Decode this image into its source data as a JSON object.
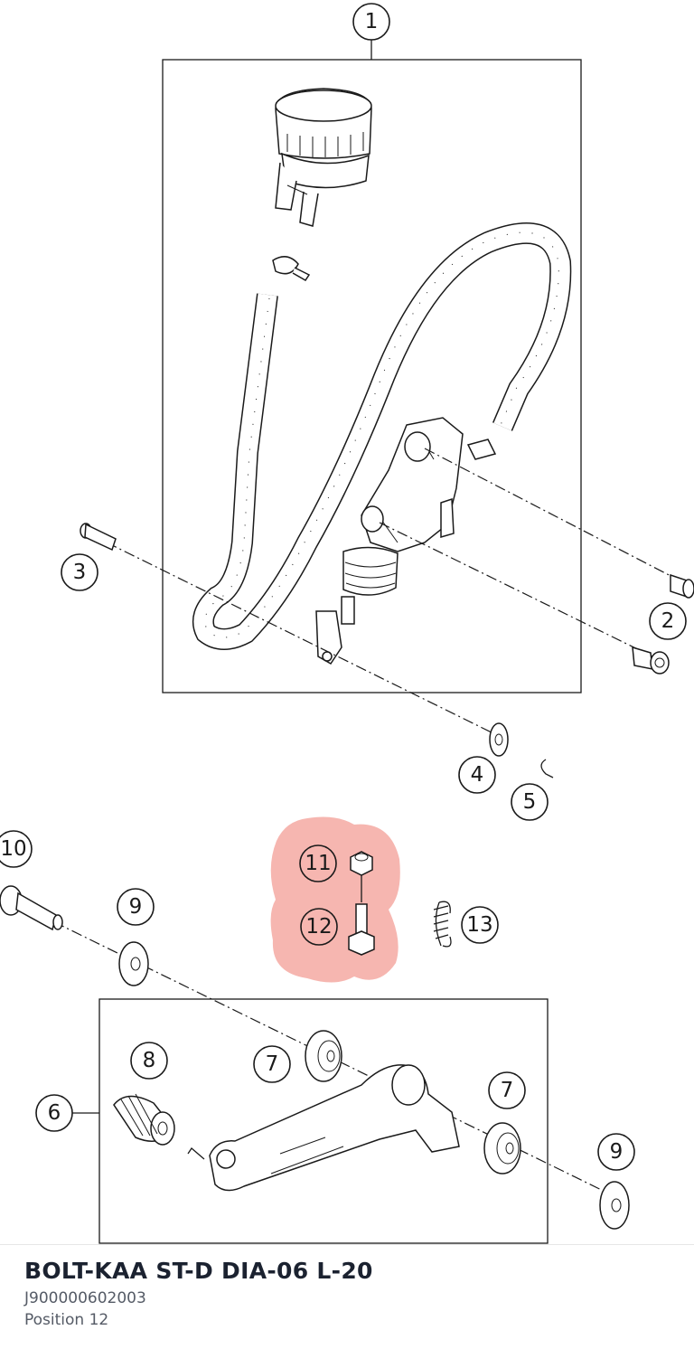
{
  "selection": {
    "highlight_color": "#f5a9a2"
  },
  "diagram": {
    "callouts": [
      "1",
      "2",
      "3",
      "4",
      "5",
      "6",
      "7",
      "7",
      "8",
      "9",
      "9",
      "10",
      "11",
      "12",
      "13"
    ]
  },
  "detail": {
    "name": "BOLT-KAA ST-D DIA-06 L-20",
    "part_number": "J900000602003",
    "position": "Position 12"
  }
}
